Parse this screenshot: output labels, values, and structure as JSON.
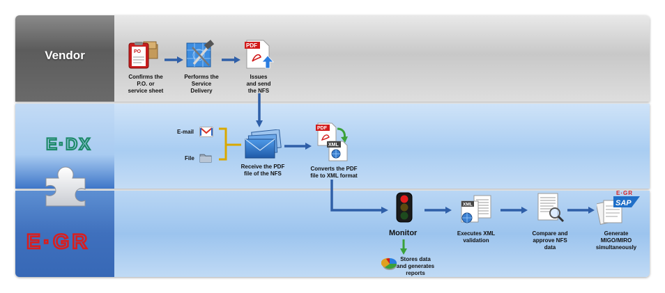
{
  "lanes": {
    "vendor": {
      "label": "Vendor"
    },
    "edx": {
      "logo_text": "E·DX"
    },
    "egr": {
      "logo_text": "E·GR"
    }
  },
  "vendor_steps": [
    {
      "caption": "Confirms the\nP.O. or\nservice sheet",
      "icon": "clipboard-po-icon",
      "icon_text": "PO"
    },
    {
      "caption": "Performs the\nService\nDelivery",
      "icon": "tools-blueprint-icon"
    },
    {
      "caption": "Issues\nand send\nthe NFS",
      "icon": "pdf-upload-icon",
      "icon_text": "PDF"
    }
  ],
  "edx_inputs": [
    {
      "label": "E-mail",
      "icon": "gmail-icon"
    },
    {
      "label": "File",
      "icon": "folder-icon"
    }
  ],
  "edx_steps": [
    {
      "caption": "Receive the PDF\nfile of the NFS",
      "icon": "envelopes-icon"
    },
    {
      "caption": "Converts the PDF\nfile to XML format",
      "icon": "pdf-to-xml-icon",
      "icon_text_1": "PDF",
      "icon_text_2": "XML"
    }
  ],
  "egr_steps": [
    {
      "caption": "Monitor",
      "icon": "traffic-light-icon"
    },
    {
      "caption": "Executes XML\nvalidation",
      "icon": "xml-document-icon",
      "icon_text": "XML"
    },
    {
      "caption": "Compare and\napprove NFS\ndata",
      "icon": "document-search-icon"
    },
    {
      "caption": "Generate\nMIGO/MIRO\nsimultaneously",
      "icon": "sap-documents-icon",
      "icon_text": "SAP",
      "badge_text": "E·GR"
    }
  ],
  "monitor_substep": {
    "caption": "Stores data\nand generates\nreports",
    "icon": "pie-chart-icon"
  },
  "colors": {
    "arrow": "#2f5fa8",
    "edx_green": "#1e8a6a",
    "egr_red": "#d91e1e",
    "bracket": "#d9a800"
  }
}
